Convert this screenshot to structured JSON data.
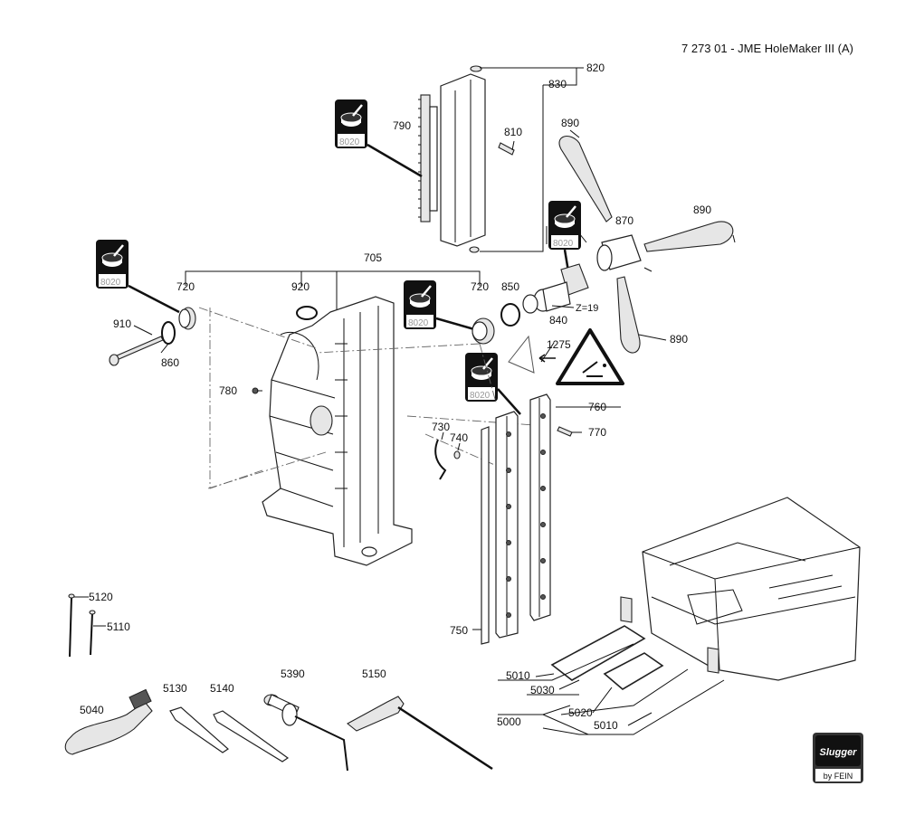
{
  "header": {
    "title": "7 273 01 - JME HoleMaker III (A)"
  },
  "callouts": {
    "c820": "820",
    "c830": "830",
    "c790": "790",
    "c810": "810",
    "c890a": "890",
    "c890b": "890",
    "c890c": "890",
    "c870": "870",
    "c705": "705",
    "c720a": "720",
    "c920": "920",
    "c720b": "720",
    "c850": "850",
    "c840": "840",
    "cz19": "Z=19",
    "c910": "910",
    "c860": "860",
    "c1275": "1275",
    "c780": "780",
    "c760": "760",
    "c770": "770",
    "c730": "730",
    "c740": "740",
    "c750": "750",
    "c5120": "5120",
    "c5110": "5110",
    "c5010a": "5010",
    "c5030": "5030",
    "c5000": "5000",
    "c5020": "5020",
    "c5010b": "5010",
    "c5040": "5040",
    "c5130": "5130",
    "c5140": "5140",
    "c5390": "5390",
    "c5150": "5150"
  },
  "grease": {
    "code": "8020",
    "icon": "grease-icon"
  },
  "warning": {
    "icon": "warning-triangle-icon"
  },
  "logo": {
    "brand": "Slugger",
    "sub": "by FEIN"
  }
}
